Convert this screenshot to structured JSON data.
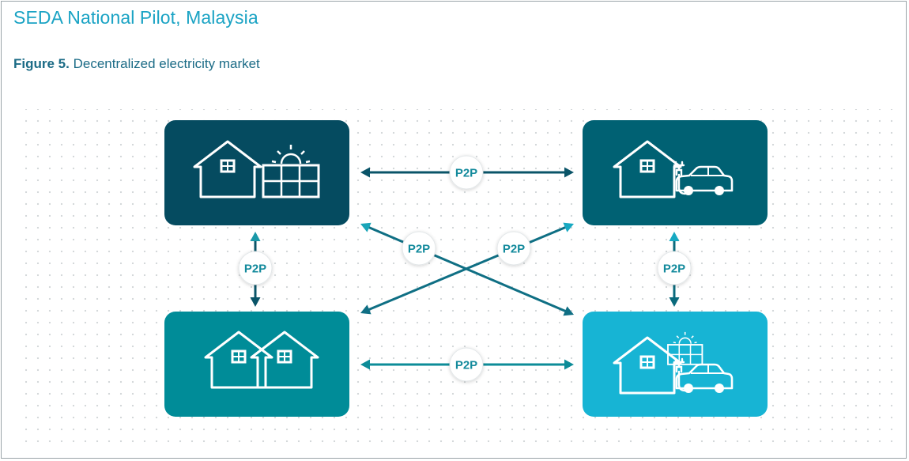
{
  "header": {
    "title": "SEDA National Pilot, Malaysia",
    "figure_label": "Figure 5.",
    "figure_caption": "Decentralized electricity market"
  },
  "diagram": {
    "nodes": [
      {
        "id": "home-solar",
        "icons": [
          "house-icon",
          "solar-panel-icon"
        ],
        "color": "#054b60"
      },
      {
        "id": "home-ev",
        "icons": [
          "house-icon",
          "electric-car-icon"
        ],
        "color": "#006173"
      },
      {
        "id": "twin-homes",
        "icons": [
          "twin-house-icon"
        ],
        "color": "#008c98"
      },
      {
        "id": "home-solar-ev",
        "icons": [
          "house-icon",
          "solar-panel-icon",
          "electric-car-icon"
        ],
        "color": "#17b4d4"
      }
    ],
    "connections": [
      {
        "from": "home-solar",
        "to": "home-ev",
        "label": "P2P"
      },
      {
        "from": "home-solar",
        "to": "home-solar-ev",
        "label": "P2P"
      },
      {
        "from": "twin-homes",
        "to": "home-ev",
        "label": "P2P"
      },
      {
        "from": "home-solar",
        "to": "twin-homes",
        "label": "P2P"
      },
      {
        "from": "home-ev",
        "to": "home-solar-ev",
        "label": "P2P"
      },
      {
        "from": "twin-homes",
        "to": "home-solar-ev",
        "label": "P2P"
      }
    ]
  }
}
